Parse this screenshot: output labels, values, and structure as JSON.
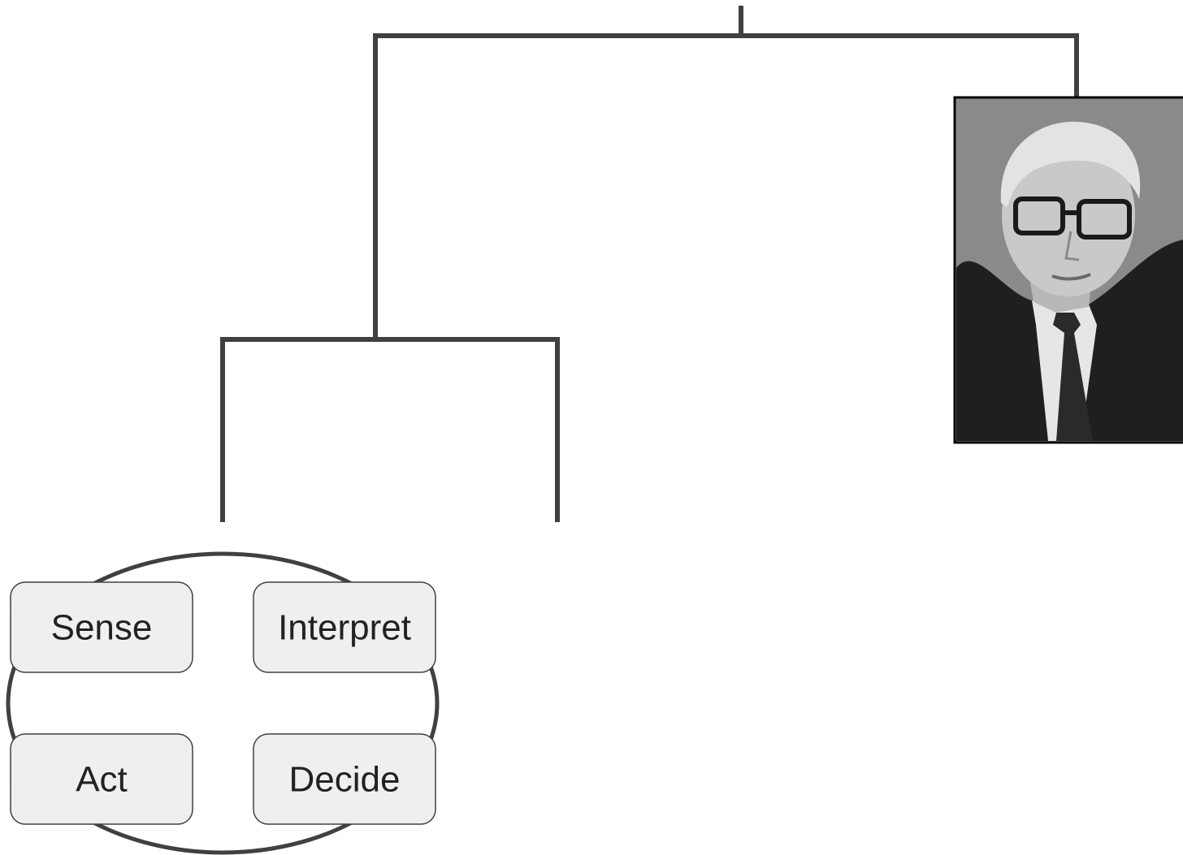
{
  "cycle": {
    "steps": [
      {
        "label": "Sense"
      },
      {
        "label": "Interpret"
      },
      {
        "label": "Act"
      },
      {
        "label": "Decide"
      }
    ]
  },
  "photo": {
    "icon": "portrait-photo-icon",
    "subject": "grayscale portrait of an older man with glasses, suit and tie"
  },
  "colors": {
    "line": "#404040",
    "box_fill": "#efefef",
    "text": "#222222",
    "photo_bg": "#8f8f8f"
  }
}
